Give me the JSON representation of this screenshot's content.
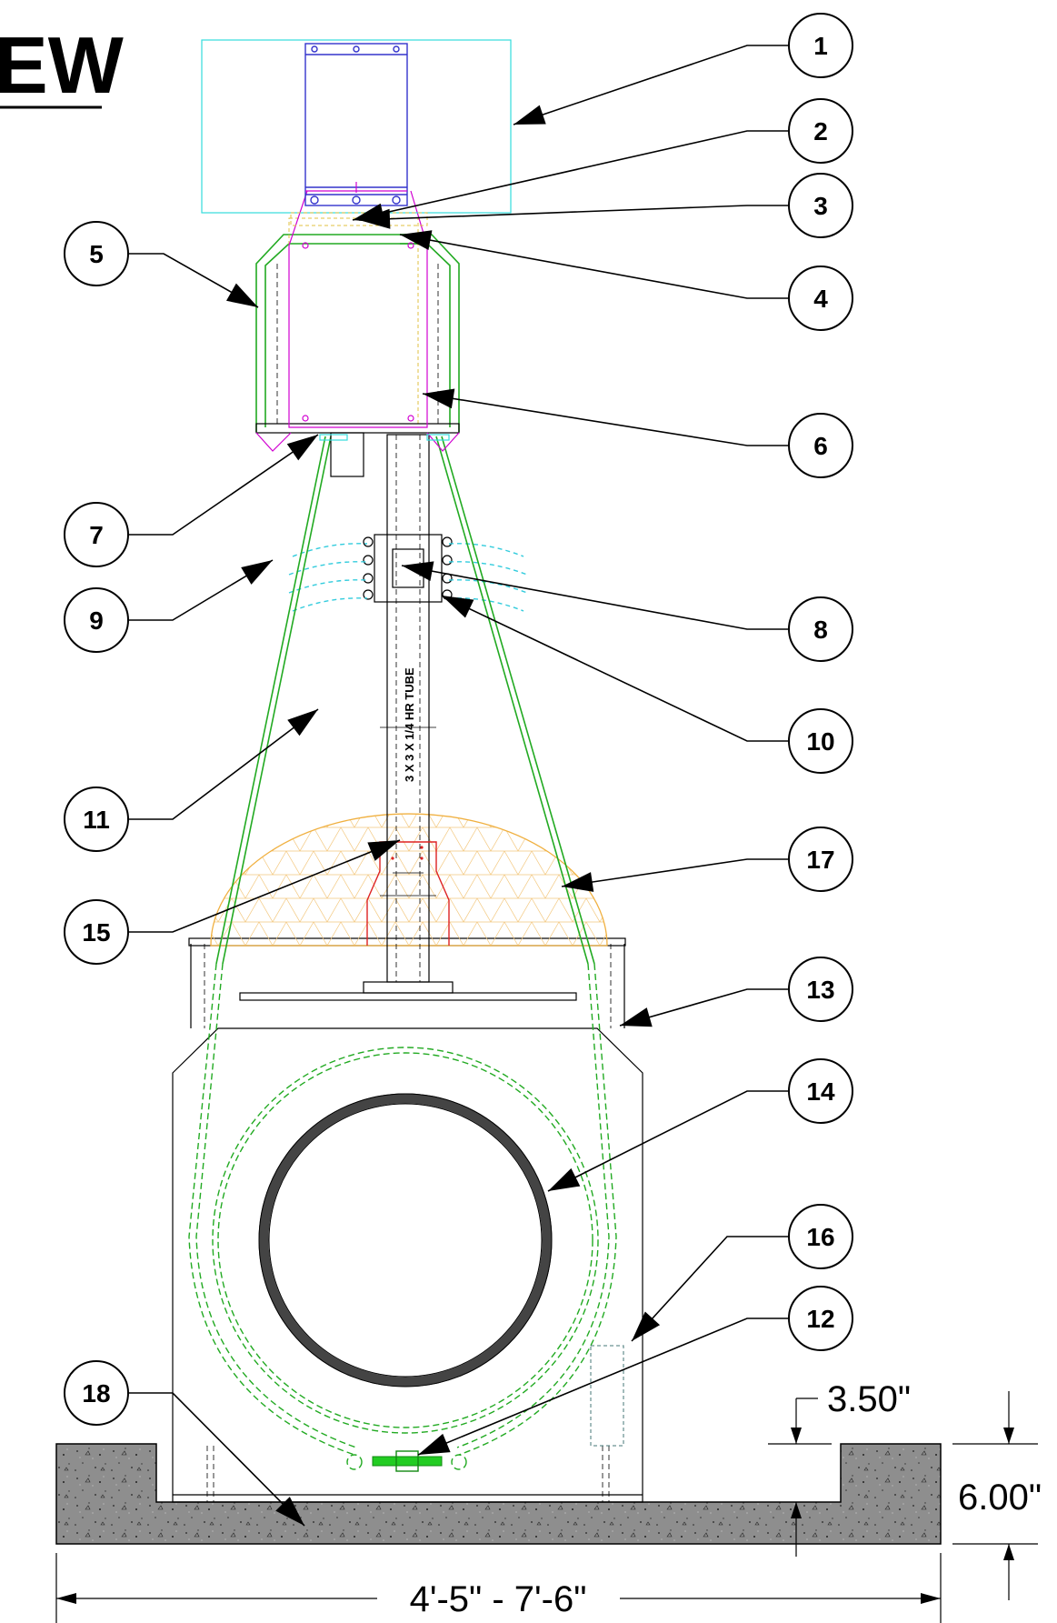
{
  "title": "EW",
  "tube_label": "3 X 3 X 1/4 HR TUBE",
  "dimensions": {
    "depth_small": "3.50\"",
    "depth_large": "6.00\"",
    "width_range": "4'-5\" - 7'-6\""
  },
  "callouts": [
    {
      "id": "1"
    },
    {
      "id": "2"
    },
    {
      "id": "3"
    },
    {
      "id": "4"
    },
    {
      "id": "5"
    },
    {
      "id": "6"
    },
    {
      "id": "7"
    },
    {
      "id": "8"
    },
    {
      "id": "9"
    },
    {
      "id": "10"
    },
    {
      "id": "11"
    },
    {
      "id": "12"
    },
    {
      "id": "13"
    },
    {
      "id": "14"
    },
    {
      "id": "15"
    },
    {
      "id": "16"
    },
    {
      "id": "17"
    },
    {
      "id": "18"
    }
  ],
  "colors": {
    "strap": "#22aa22",
    "frame": "#d100d1",
    "window": "#33dddd",
    "panel": "#3333cc",
    "dome": "#f0b040",
    "bracket": "#dd2222",
    "concrete": "#8c8c8c"
  }
}
